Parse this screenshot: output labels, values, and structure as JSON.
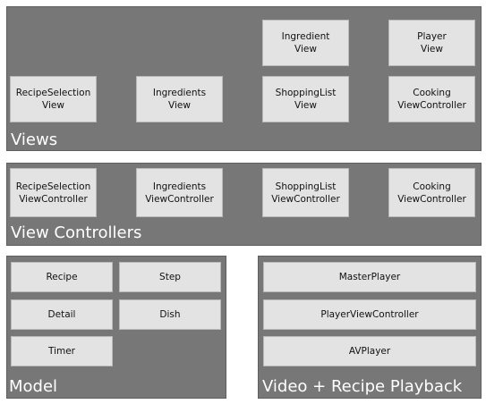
{
  "views": {
    "title": "Views",
    "boxes": [
      "Ingredient\nView",
      "Player\nView",
      "RecipeSelection\nView",
      "Ingredients\nView",
      "ShoppingList\nView",
      "Cooking\nViewController"
    ]
  },
  "view_controllers": {
    "title": "View Controllers",
    "boxes": [
      "RecipeSelection\nViewController",
      "Ingredients\nViewController",
      "ShoppingList\nViewController",
      "Cooking\nViewController"
    ]
  },
  "model": {
    "title": "Model",
    "boxes": [
      "Recipe",
      "Step",
      "Detail",
      "Dish",
      "Timer"
    ]
  },
  "playback": {
    "title": "Video + Recipe Playback",
    "boxes": [
      "MasterPlayer",
      "PlayerViewController",
      "AVPlayer"
    ]
  }
}
